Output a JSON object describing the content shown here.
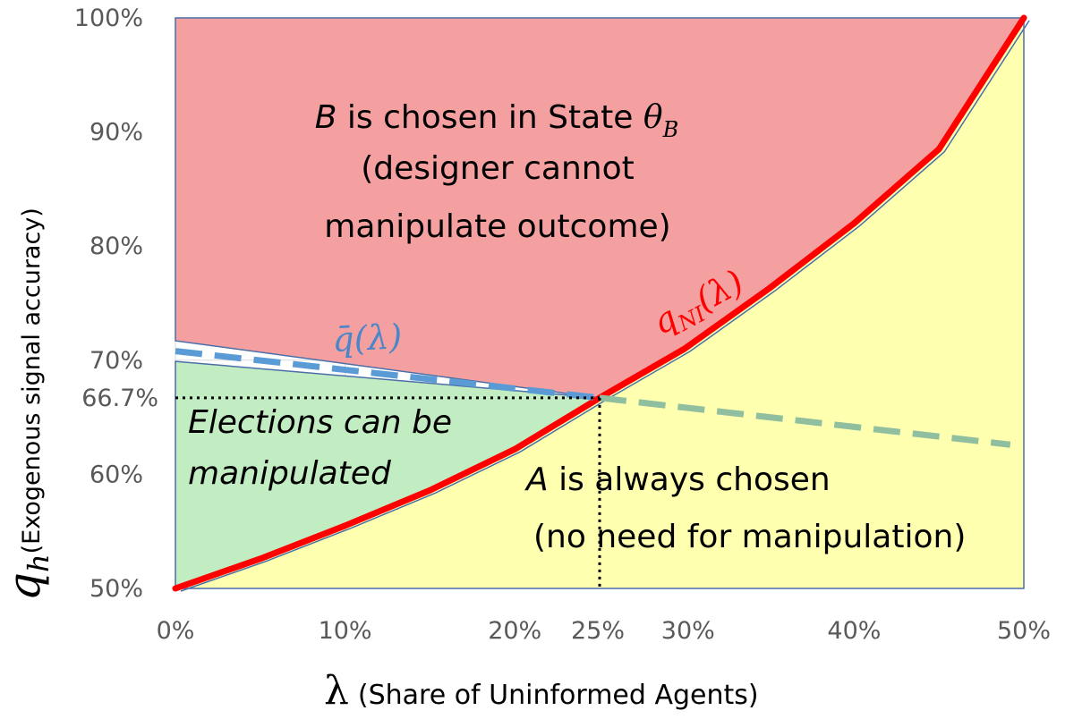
{
  "chart_data": {
    "type": "area",
    "xlabel_symbol": "λ",
    "xlabel": "(Share of Uninformed Agents)",
    "ylabel_symbol": "q",
    "ylabel_subscript": "h",
    "ylabel": "(Exogenous signal accuracy)",
    "xlim": [
      0,
      50
    ],
    "ylim": [
      50,
      100
    ],
    "x_ticks": [
      "0%",
      "10%",
      "20%",
      "25%",
      "30%",
      "40%",
      "50%"
    ],
    "x_tick_values": [
      0,
      10,
      20,
      25,
      30,
      40,
      50
    ],
    "y_ticks": [
      "50%",
      "60%",
      "66.7%",
      "70%",
      "80%",
      "90%",
      "100%"
    ],
    "y_tick_values": [
      50,
      60,
      66.7,
      70,
      80,
      90,
      100
    ],
    "grid": true,
    "threshold": {
      "x": 25,
      "y": 66.7
    },
    "series": [
      {
        "name": "q_NI(λ)",
        "x": [
          0,
          5,
          10,
          15,
          20,
          25,
          30,
          35,
          40,
          45,
          50
        ],
        "y": [
          50,
          52.6,
          55.5,
          58.6,
          62.2,
          66.7,
          71.0,
          76.3,
          82.0,
          88.5,
          100
        ]
      },
      {
        "name": "q̄(λ)",
        "x": [
          0,
          25,
          50
        ],
        "y": [
          70.8,
          66.7,
          62.6
        ]
      }
    ],
    "region_colors": {
      "red": "#f5a0a0",
      "green": "#c2ecc2",
      "yellow": "#ffffb0",
      "curve": "#ff0000",
      "dash_blue": "#5b9bd5",
      "dash_green": "#8fbf9f"
    },
    "annotations": {
      "region_b_line1_prefix": "B",
      "region_b_line1_mid": " is chosen in State ",
      "region_b_line1_theta": "θ",
      "region_b_line1_theta_sub": "B",
      "region_b_line2": "(designer cannot",
      "region_b_line3": "manipulate outcome)",
      "region_green_line1": "Elections can be",
      "region_green_line2": "manipulated",
      "region_a_line1_prefix": "A",
      "region_a_line1_rest": " is always chosen",
      "region_a_line2": "(no need for manipulation)",
      "qbar_label": "q̄(λ)",
      "qni_label_main": "q",
      "qni_label_sub": "NI",
      "qni_label_arg": "(λ)"
    }
  }
}
